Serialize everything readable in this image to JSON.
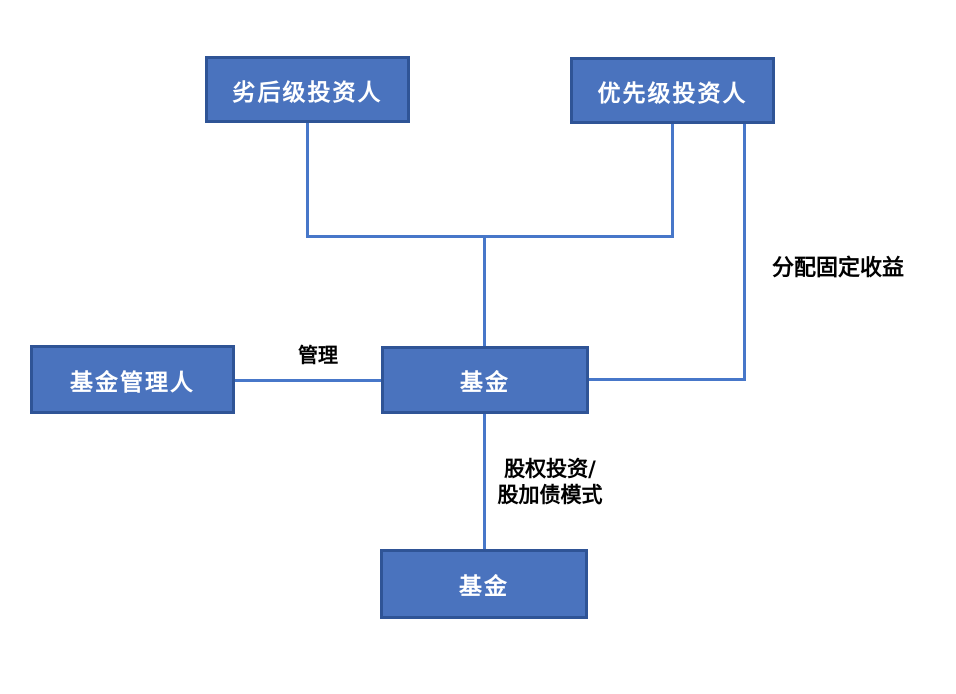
{
  "colors": {
    "canvas_bg": "#ffffff",
    "node_fill": "#4a73be",
    "node_border": "#2f5496",
    "node_text": "#ffffff",
    "connector": "#4777c9",
    "label_text": "#000000"
  },
  "nodes": [
    {
      "id": "subordinated-investor",
      "label": "劣后级投资人"
    },
    {
      "id": "senior-investor",
      "label": "优先级投资人"
    },
    {
      "id": "fund-manager",
      "label": "基金管理人"
    },
    {
      "id": "fund-main",
      "label": "基金"
    },
    {
      "id": "fund-sub",
      "label": "基金"
    }
  ],
  "edge_labels": {
    "manage": "管理",
    "fixed_income": "分配固定收益",
    "investment_line1": "股权投资/",
    "investment_line2": "股加债模式"
  }
}
